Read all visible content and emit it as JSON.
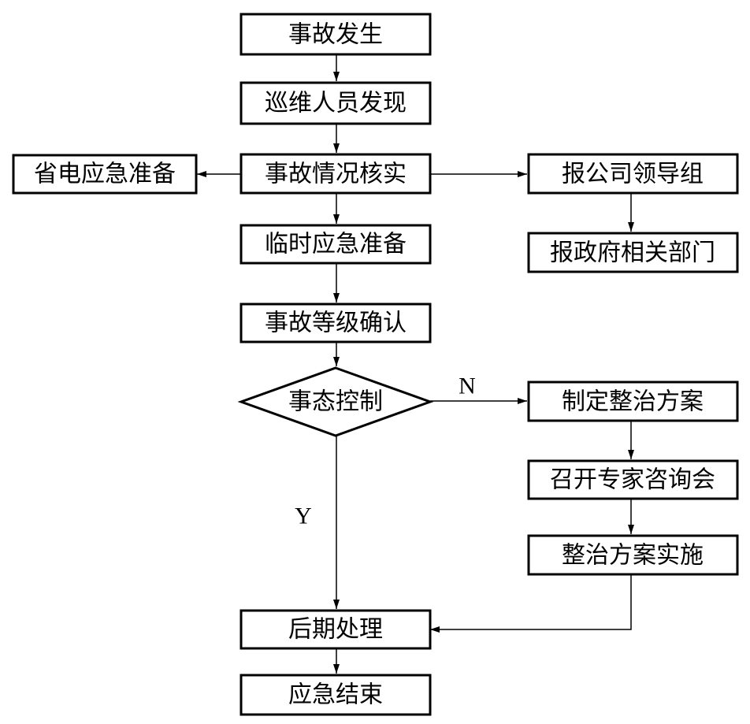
{
  "nodes": {
    "accident_occurs": "事故发生",
    "patrol_discovers": "巡维人员发现",
    "verify_situation": "事故情况核实",
    "provincial_prep": "省电应急准备",
    "report_company": "报公司领导组",
    "report_government": "报政府相关部门",
    "temporary_prep": "临时应急准备",
    "confirm_level": "事故等级确认",
    "decision_control": "事态控制",
    "make_plan": "制定整治方案",
    "expert_meeting": "召开专家咨询会",
    "implement_plan": "整治方案实施",
    "aftermath": "后期处理",
    "end_emergency": "应急结束"
  },
  "branch_labels": {
    "no": "N",
    "yes": "Y"
  }
}
